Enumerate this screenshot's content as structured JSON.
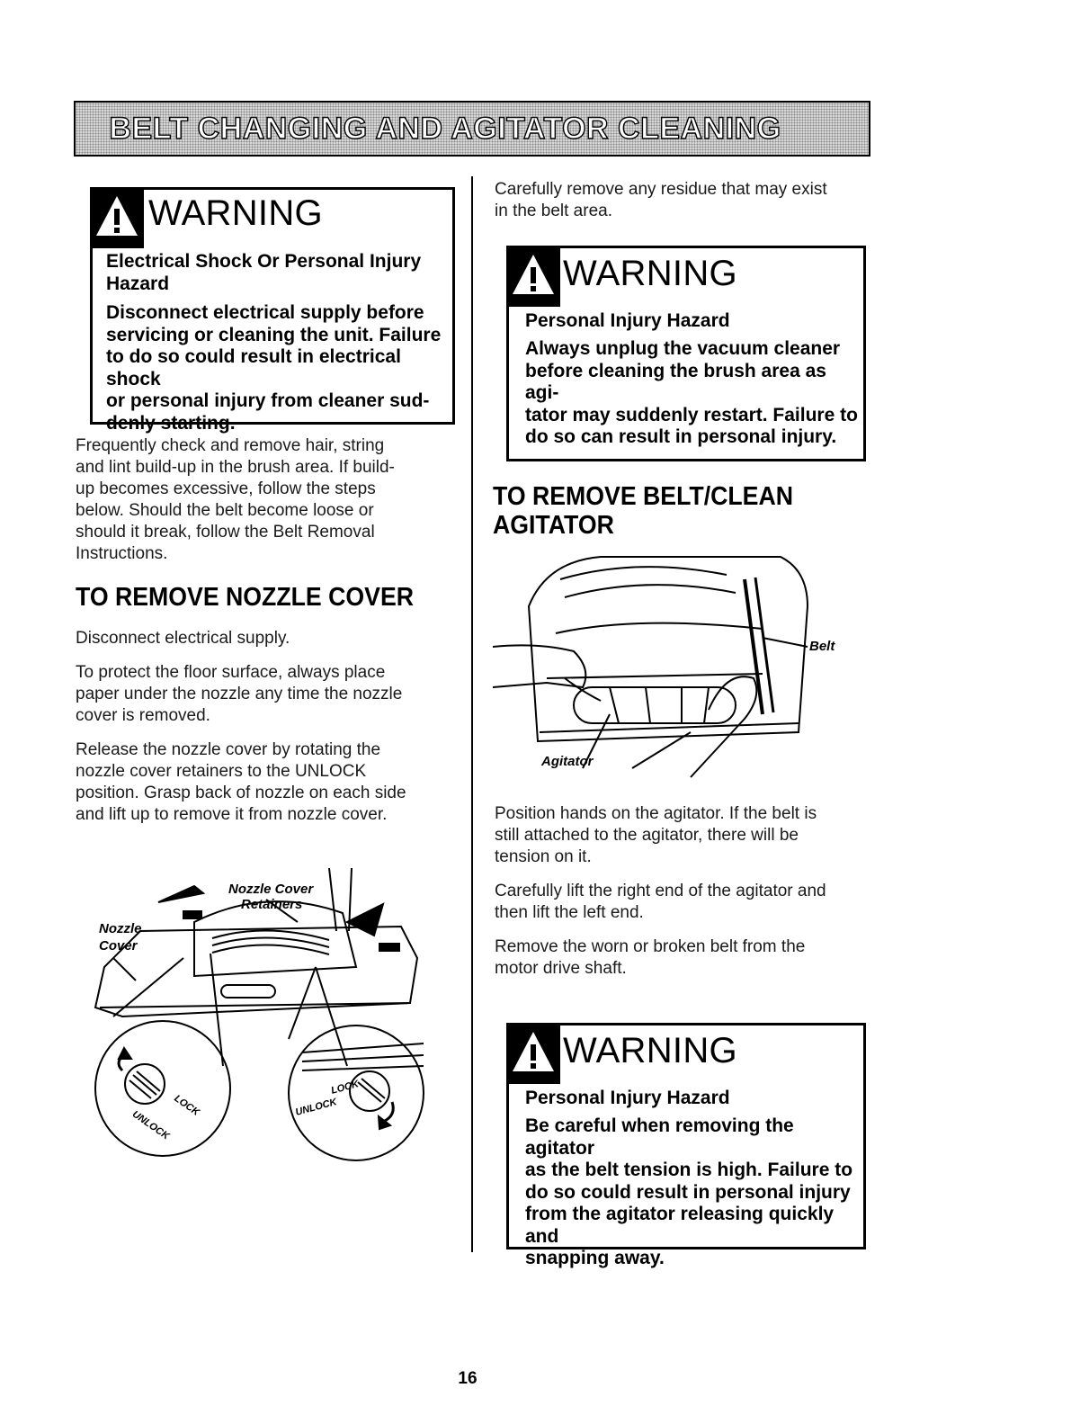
{
  "banner": {
    "title": "BELT CHANGING AND AGITATOR CLEANING"
  },
  "left": {
    "warning": {
      "heading": "WARNING",
      "subheading_lines": [
        "Electrical Shock Or Personal Injury",
        "Hazard"
      ],
      "body_lines": [
        "Disconnect electrical supply before",
        "servicing or cleaning the unit. Failure",
        "to do so could result in electrical shock",
        "or personal injury from cleaner sud-",
        "denly starting."
      ]
    },
    "intro_lines": [
      "Frequently check and remove hair, string",
      "and lint build-up in the brush area. If build-",
      "up becomes excessive, follow the steps",
      "below. Should the belt become loose or",
      "should it break, follow the Belt Removal",
      "Instructions."
    ],
    "heading": "TO REMOVE NOZZLE COVER",
    "step1": "Disconnect electrical supply.",
    "step2_lines": [
      "To protect the floor surface, always place",
      "paper under the nozzle any time the nozzle",
      "cover is removed."
    ],
    "step3_lines": [
      "Release the nozzle cover by rotating the",
      "nozzle cover retainers to the UNLOCK",
      "position. Grasp back of nozzle on each side",
      "and lift up to remove it from nozzle cover."
    ],
    "figure": {
      "label_retainers_lines": [
        "Nozzle Cover",
        "Retainers"
      ],
      "label_cover_lines": [
        "Nozzle",
        "Cover"
      ],
      "lock_text": "LOCK",
      "unlock_text": "UNLOCK"
    }
  },
  "right": {
    "intro_lines": [
      "Carefully remove any residue that may exist",
      "in the belt area."
    ],
    "warning1": {
      "heading": "WARNING",
      "subheading": "Personal Injury Hazard",
      "body_lines": [
        "Always unplug the vacuum cleaner",
        "before cleaning the brush area as agi-",
        "tator may suddenly restart. Failure to",
        "do so can result in personal injury."
      ]
    },
    "heading_lines": [
      "TO REMOVE BELT/CLEAN",
      "AGITATOR"
    ],
    "figure": {
      "label_belt": "Belt",
      "label_agitator": "Agitator"
    },
    "para1_lines": [
      "Position hands on the agitator. If the belt is",
      "still attached to the agitator, there will be",
      "tension on it."
    ],
    "para2_lines": [
      "Carefully lift the right end of the agitator and",
      "then lift the left end."
    ],
    "para3_lines": [
      "Remove the worn or broken belt from the",
      "motor drive shaft."
    ],
    "warning2": {
      "heading": "WARNING",
      "subheading": "Personal Injury Hazard",
      "body_lines": [
        "Be careful when removing the agitator",
        "as the belt tension is high. Failure to",
        "do so could result in personal injury",
        "from the agitator releasing quickly and",
        "snapping away."
      ]
    }
  },
  "page_number": "16"
}
